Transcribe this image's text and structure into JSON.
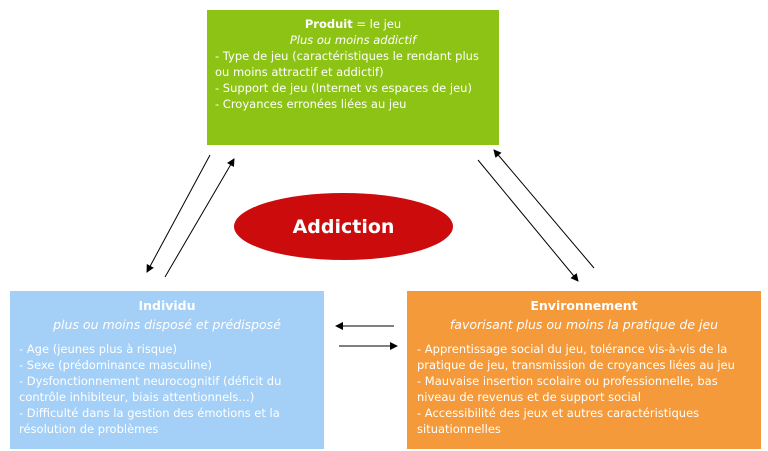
{
  "produit": {
    "title_bold": "Produit",
    "title_rest": " = le jeu",
    "subtitle": "Plus ou moins addictif",
    "items": [
      "- Type de jeu (caractéristiques le rendant plus ou moins attractif et addictif)",
      "- Support de jeu (Internet vs espaces de jeu)",
      "- Croyances erronées liées au jeu"
    ]
  },
  "center": {
    "label": "Addiction"
  },
  "individu": {
    "title": "Individu",
    "subtitle": "plus ou moins disposé et prédisposé",
    "items": [
      "- Age (jeunes plus à risque)",
      "- Sexe (prédominance masculine)",
      "- Dysfonctionnement neurocognitif (déficit du contrôle inhibiteur, biais attentionnels…)",
      "- Difficulté dans la gestion des émotions et la résolution de problèmes"
    ]
  },
  "environnement": {
    "title": "Environnement",
    "subtitle": "favorisant plus ou moins la pratique de jeu",
    "items": [
      "- Apprentissage social du jeu, tolérance vis-à-vis de la pratique de jeu, transmission de croyances liées au jeu",
      "- Mauvaise insertion scolaire ou professionnelle, bas niveau de revenus et de support social",
      "- Accessibilité des jeux et autres caractéristiques situationnelles"
    ]
  },
  "colors": {
    "produit": "#8dc315",
    "individu": "#a4cff7",
    "environnement": "#f49a3a",
    "addiction": "#cc0c0c"
  }
}
